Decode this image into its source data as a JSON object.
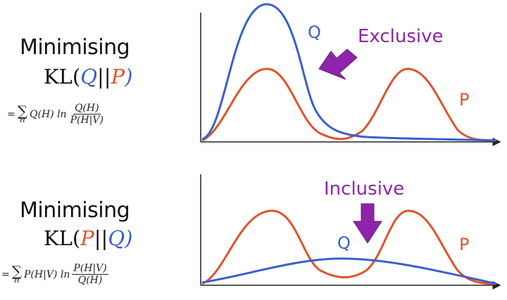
{
  "top": {
    "heading": "Minimising",
    "kl_prefix": "KL(",
    "kl_first": "Q",
    "kl_sep": "||",
    "kl_second": "P",
    "kl_suffix": ")",
    "formula": {
      "eq": "=",
      "sum_sub": "H",
      "term": "Q(H) ln",
      "num": "Q(H)",
      "den": "P(H|V)"
    },
    "label_q": "Q",
    "label_p": "P",
    "arrow_label": "Exclusive"
  },
  "bottom": {
    "heading": "Minimising",
    "kl_prefix": "KL(",
    "kl_first": "P",
    "kl_sep": "||",
    "kl_second": "Q",
    "kl_suffix": ")",
    "formula": {
      "eq": "=",
      "sum_sub": "H",
      "term": "P(H|V) ln",
      "num": "P(H|V)",
      "den": "Q(H)"
    },
    "label_q": "Q",
    "label_p": "P",
    "arrow_label": "Inclusive"
  },
  "colors": {
    "p_curve": "#e0532b",
    "q_curve": "#3a5fcd",
    "arrow": "#8e24aa",
    "axis": "#222222"
  }
}
